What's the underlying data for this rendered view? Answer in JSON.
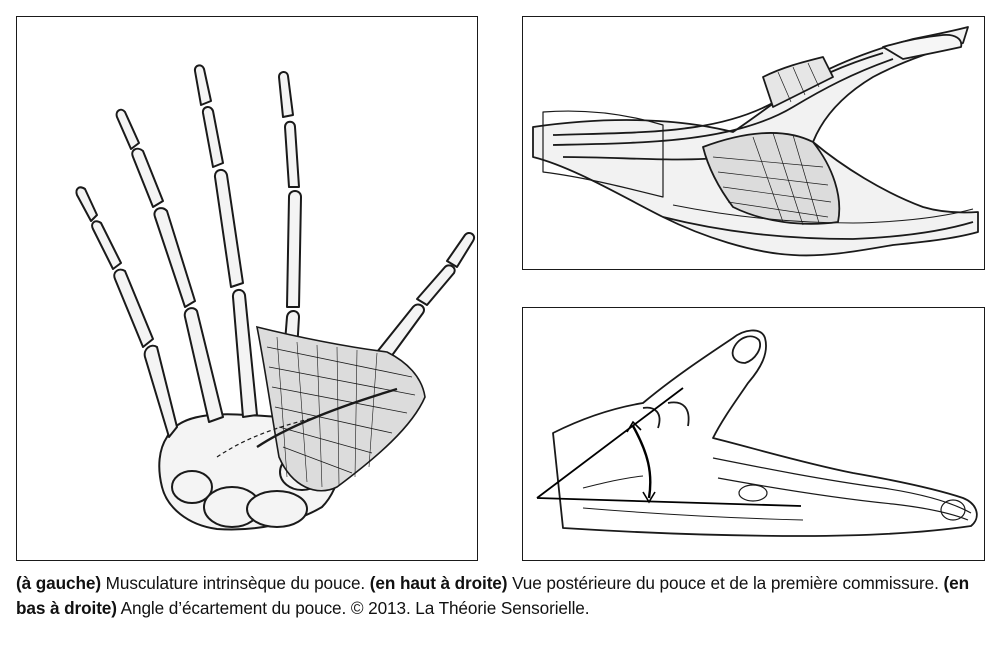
{
  "caption": {
    "part1_bold": "(à gauche)",
    "part1_text": " Musculature intrinsèque du pouce. ",
    "part2_bold": "(en haut à droite)",
    "part2_text": " Vue postérieure du pouce et de la première commissure. ",
    "part3_bold": "(en bas à droite)",
    "part3_text": " Angle d’écartement du pouce. © 2013. La Théorie Sensorielle."
  },
  "colors": {
    "ink": "#1a1a1a",
    "bone": "#f4f4f4",
    "muscle": "#dcdcdc"
  }
}
